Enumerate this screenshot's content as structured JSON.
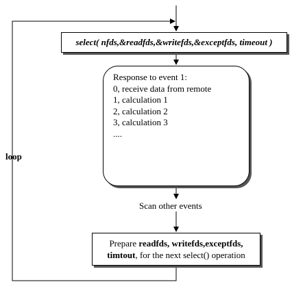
{
  "select_box": {
    "label": "select( nfds,&readfds,&writefds,&exceptfds, timeout )"
  },
  "response_box": {
    "lines": [
      "Response to event 1:",
      "0, receive data from remote",
      "1, calculation 1",
      "2, calculation 2",
      "3, calculation 3",
      "...."
    ]
  },
  "scan_label": "Scan other events",
  "prepare_box": {
    "pre": "Prepare ",
    "bold_vars": "readfds, writefds,exceptfds,",
    "bold_timeout": "timtout",
    "post": ", for the next select() operation"
  },
  "loop_label": "loop",
  "colors": {
    "line": "#000000",
    "shadow": "#555555",
    "background": "#ffffff"
  }
}
